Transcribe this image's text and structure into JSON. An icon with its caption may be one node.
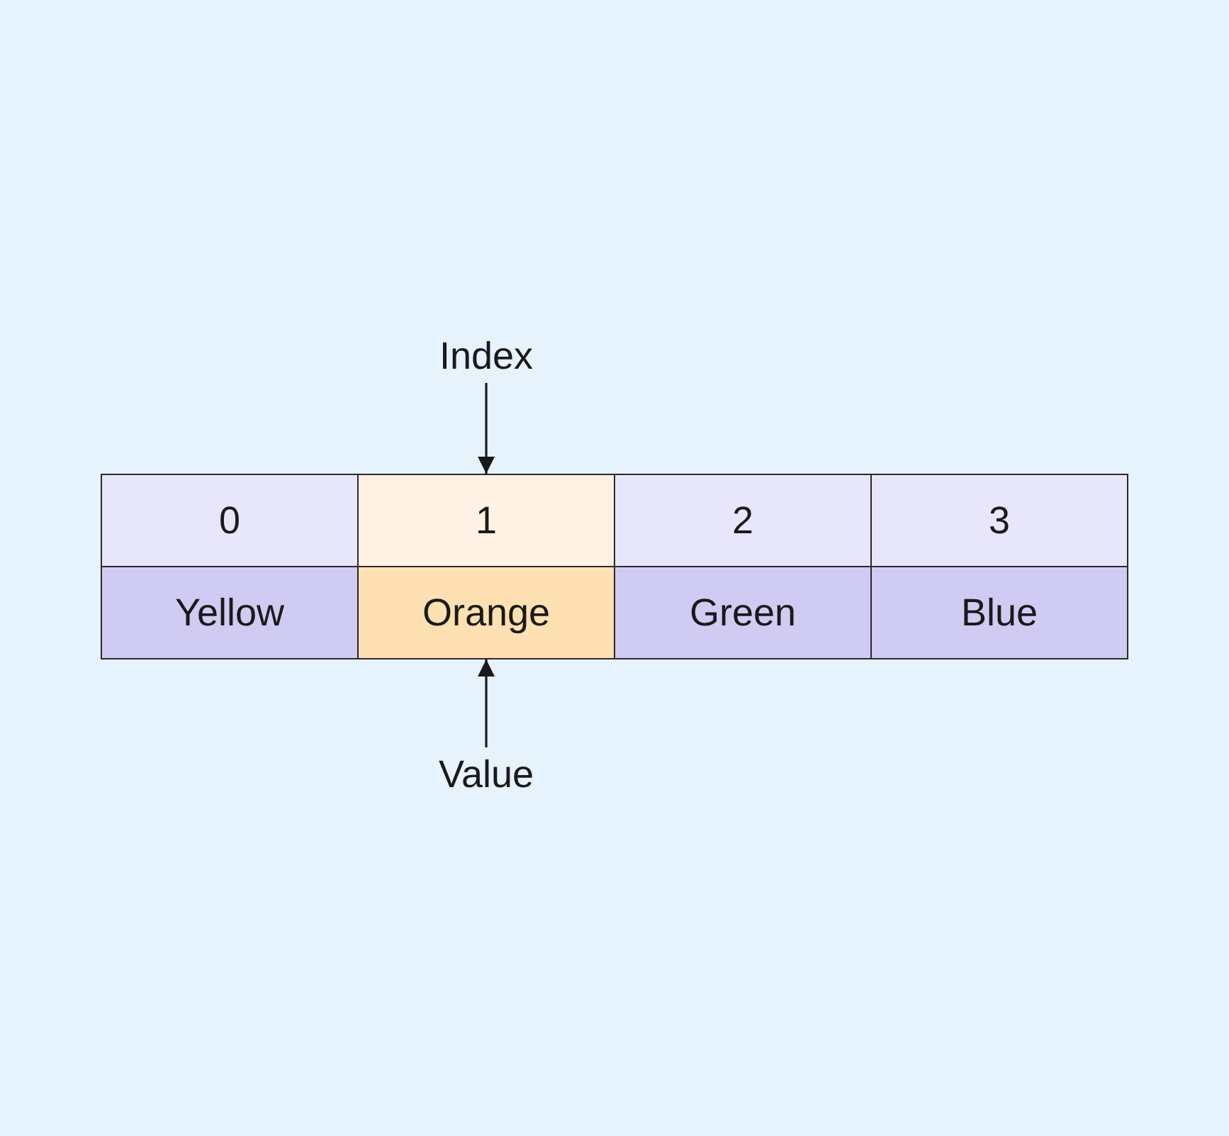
{
  "diagram": {
    "nodes": [
      {
        "text": [
          "Index"
        ]
      },
      {
        "text": [
          "0"
        ]
      },
      {
        "text": [
          "1"
        ]
      },
      {
        "text": [
          "2"
        ]
      },
      {
        "text": [
          "3"
        ]
      },
      {
        "text": [
          "Yellow"
        ]
      },
      {
        "text": [
          "Orange"
        ]
      },
      {
        "text": [
          "Green"
        ]
      },
      {
        "text": [
          "Blue"
        ]
      },
      {
        "text": [
          "Value"
        ]
      }
    ],
    "edges": [
      {
        "from": 0,
        "to": 2,
        "arrow": "to"
      },
      {
        "from": 9,
        "to": 6,
        "arrow": "to"
      }
    ]
  }
}
